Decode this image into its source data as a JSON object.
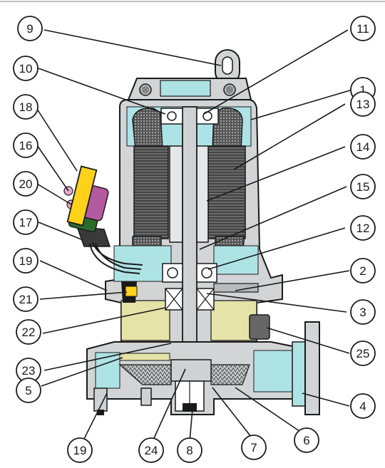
{
  "callouts": [
    {
      "id": "9",
      "label": "9"
    },
    {
      "id": "11",
      "label": "11"
    },
    {
      "id": "10",
      "label": "10"
    },
    {
      "id": "1",
      "label": "1"
    },
    {
      "id": "18",
      "label": "18"
    },
    {
      "id": "13",
      "label": "13"
    },
    {
      "id": "16",
      "label": "16"
    },
    {
      "id": "14",
      "label": "14"
    },
    {
      "id": "20",
      "label": "20"
    },
    {
      "id": "15",
      "label": "15"
    },
    {
      "id": "17",
      "label": "17"
    },
    {
      "id": "12",
      "label": "12"
    },
    {
      "id": "19a",
      "label": "19"
    },
    {
      "id": "2",
      "label": "2"
    },
    {
      "id": "21",
      "label": "21"
    },
    {
      "id": "3",
      "label": "3"
    },
    {
      "id": "22",
      "label": "22"
    },
    {
      "id": "25",
      "label": "25"
    },
    {
      "id": "23",
      "label": "23"
    },
    {
      "id": "5",
      "label": "5"
    },
    {
      "id": "4",
      "label": "4"
    },
    {
      "id": "6",
      "label": "6"
    },
    {
      "id": "19b",
      "label": "19"
    },
    {
      "id": "24",
      "label": "24"
    },
    {
      "id": "8",
      "label": "8"
    },
    {
      "id": "7",
      "label": "7"
    }
  ],
  "colors": {
    "casing": "#d2d4d6",
    "casing_dark": "#b8bbbe",
    "outline": "#1a1a1a",
    "water": "#aee3e6",
    "oil": "#e6e3a8",
    "winding": "#4a4a4a",
    "cable": "#ffd21a",
    "seal": "#b45aa0",
    "shaft": "#cfd2d4"
  }
}
